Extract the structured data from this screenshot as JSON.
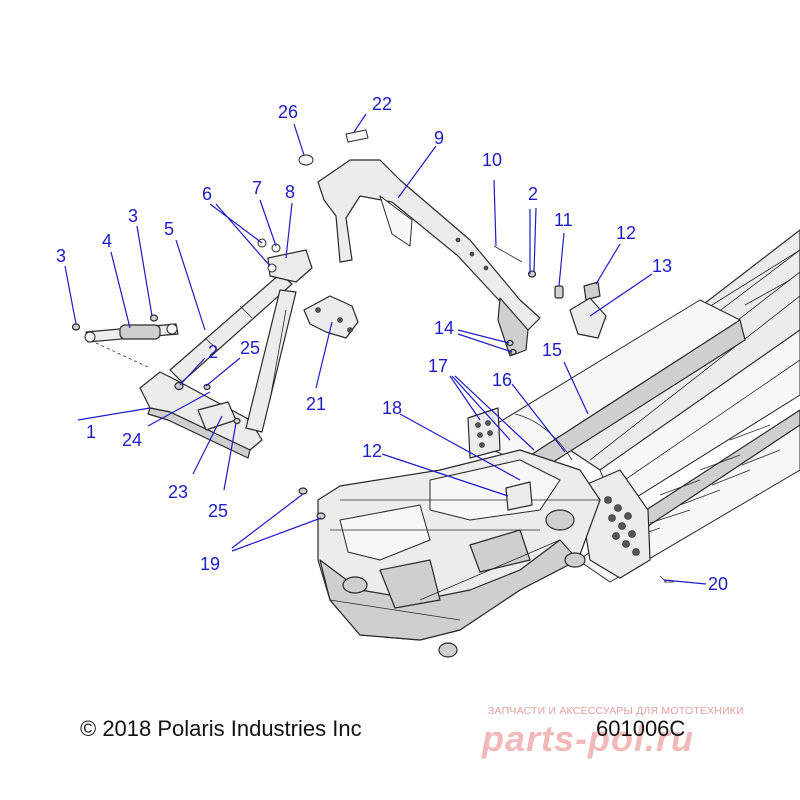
{
  "callouts": [
    {
      "id": "c1",
      "label": "1"
    },
    {
      "id": "c2a",
      "label": "2"
    },
    {
      "id": "c2b",
      "label": "2"
    },
    {
      "id": "c3a",
      "label": "3"
    },
    {
      "id": "c3b",
      "label": "3"
    },
    {
      "id": "c4",
      "label": "4"
    },
    {
      "id": "c5",
      "label": "5"
    },
    {
      "id": "c6",
      "label": "6"
    },
    {
      "id": "c7",
      "label": "7"
    },
    {
      "id": "c8",
      "label": "8"
    },
    {
      "id": "c9",
      "label": "9"
    },
    {
      "id": "c10",
      "label": "10"
    },
    {
      "id": "c11",
      "label": "11"
    },
    {
      "id": "c12a",
      "label": "12"
    },
    {
      "id": "c12b",
      "label": "12"
    },
    {
      "id": "c13",
      "label": "13"
    },
    {
      "id": "c14",
      "label": "14"
    },
    {
      "id": "c15",
      "label": "15"
    },
    {
      "id": "c16",
      "label": "16"
    },
    {
      "id": "c17",
      "label": "17"
    },
    {
      "id": "c18",
      "label": "18"
    },
    {
      "id": "c19",
      "label": "19"
    },
    {
      "id": "c20",
      "label": "20"
    },
    {
      "id": "c21",
      "label": "21"
    },
    {
      "id": "c22",
      "label": "22"
    },
    {
      "id": "c23",
      "label": "23"
    },
    {
      "id": "c24",
      "label": "24"
    },
    {
      "id": "c25a",
      "label": "25"
    },
    {
      "id": "c25b",
      "label": "25"
    },
    {
      "id": "c26",
      "label": "26"
    }
  ],
  "footer": {
    "copyright": "© 2018 Polaris Industries Inc",
    "drawing_number": "601006C"
  },
  "watermark": {
    "tagline": "ЗАПЧАСТИ И АКСЕССУАРЫ ДЛЯ МОТОТЕХНИКИ",
    "logo": "parts-pol.ru"
  },
  "colors": {
    "callout": "#1c1cc8",
    "linework": "#2a2a2a",
    "watermark": "#f2b9b9"
  }
}
